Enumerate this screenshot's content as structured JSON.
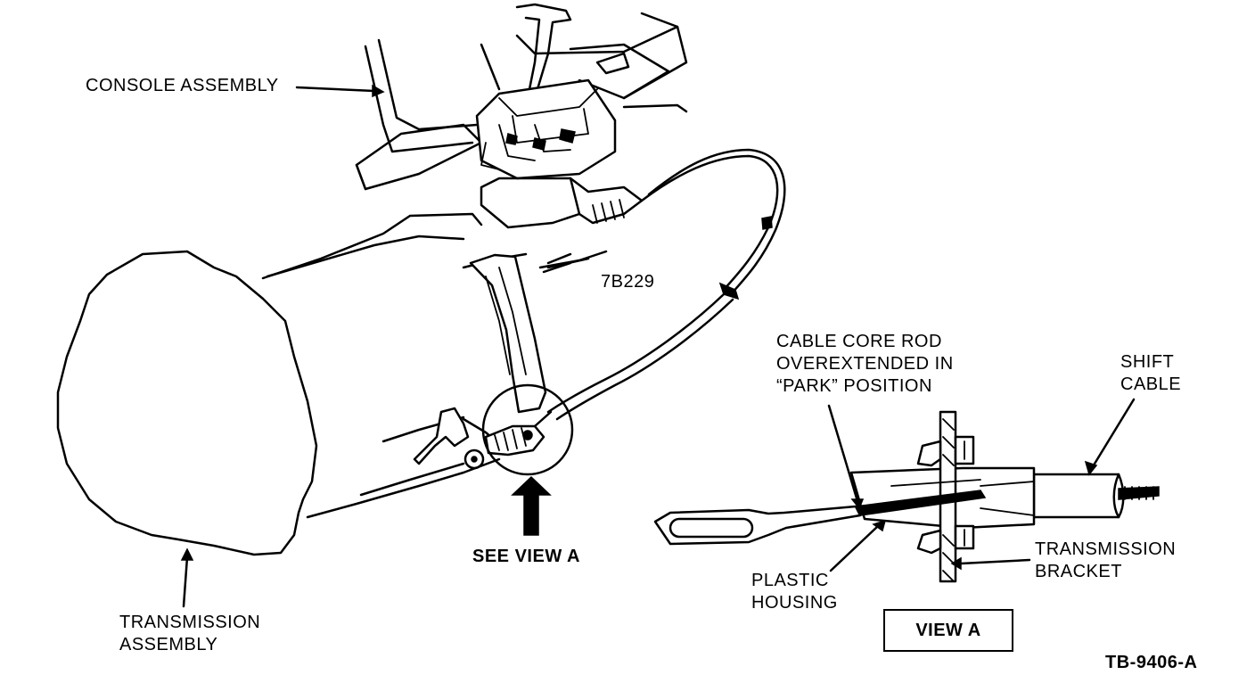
{
  "labels": {
    "console_assembly": "CONSOLE ASSEMBLY",
    "part_number": "7B229",
    "cable_core_rod_line1": "CABLE CORE ROD",
    "cable_core_rod_line2": "OVEREXTENDED IN",
    "cable_core_rod_line3": "“PARK” POSITION",
    "shift_cable_line1": "SHIFT",
    "shift_cable_line2": "CABLE",
    "transmission_bracket_line1": "TRANSMISSION",
    "transmission_bracket_line2": "BRACKET",
    "plastic_housing_line1": "PLASTIC",
    "plastic_housing_line2": "HOUSING",
    "see_view_a": "SEE VIEW A",
    "view_a": "VIEW A",
    "transmission_assembly_line1": "TRANSMISSION",
    "transmission_assembly_line2": "ASSEMBLY",
    "figure_id": "TB-9406-A"
  }
}
